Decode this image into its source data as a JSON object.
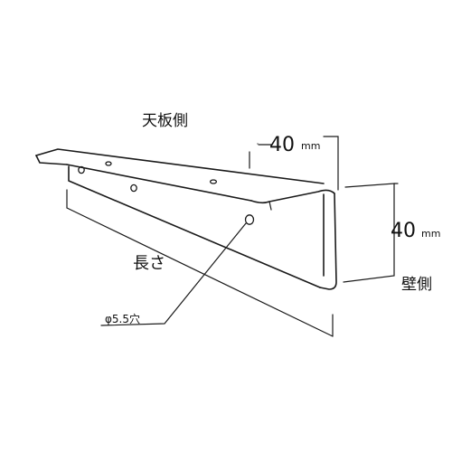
{
  "labels": {
    "top_side": "天板側",
    "wall_side": "壁側",
    "length": "長さ",
    "hole": "φ5.5穴",
    "dim_top_value": "40",
    "dim_top_unit": "mm",
    "dim_side_value": "40",
    "dim_side_unit": "mm"
  }
}
